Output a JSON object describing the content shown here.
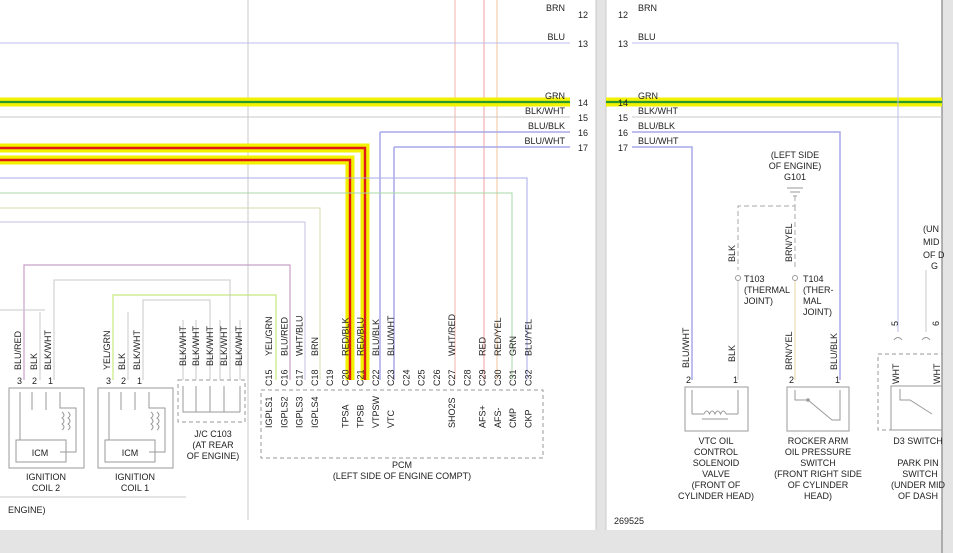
{
  "left_wire_rows": [
    {
      "num": "12",
      "color": "BRN"
    },
    {
      "num": "13",
      "color": "BLU"
    },
    {
      "num": "14",
      "color": "GRN"
    },
    {
      "num": "15",
      "color": "BLK/WHT"
    },
    {
      "num": "16",
      "color": "BLU/BLK"
    },
    {
      "num": "17",
      "color": "BLU/WHT"
    }
  ],
  "right_wire_rows": [
    {
      "num": "12",
      "color": "BRN"
    },
    {
      "num": "13",
      "color": "BLU"
    },
    {
      "num": "14",
      "color": "GRN"
    },
    {
      "num": "15",
      "color": "BLK/WHT"
    },
    {
      "num": "16",
      "color": "BLU/BLK"
    },
    {
      "num": "17",
      "color": "BLU/WHT"
    }
  ],
  "coil2": {
    "wires": [
      "BLU/RED",
      "BLK",
      "BLK/WHT"
    ],
    "pins": [
      "3",
      "2",
      "1"
    ],
    "box_label": "ICM",
    "name_line1": "IGNITION",
    "name_line2": "COIL 2"
  },
  "coil1": {
    "wires": [
      "YEL/GRN",
      "BLK",
      "BLK/WHT"
    ],
    "pins": [
      "3",
      "2",
      "1"
    ],
    "box_label": "ICM",
    "name_line1": "IGNITION",
    "name_line2": "COIL 1"
  },
  "jc103": {
    "wires": [
      "BLK/WHT",
      "BLK/WHT",
      "BLK/WHT",
      "BLK/WHT",
      "BLK/WHT"
    ],
    "name_line1": "J/C C103",
    "name_line2": "(AT REAR",
    "name_line3": "OF ENGINE)"
  },
  "pcm_pins": [
    {
      "pin": "C15",
      "wire": "YEL/GRN",
      "func": "IGPLS1"
    },
    {
      "pin": "C16",
      "wire": "BLU/RED",
      "func": "IGPLS2"
    },
    {
      "pin": "C17",
      "wire": "WHT/BLU",
      "func": "IGPLS3"
    },
    {
      "pin": "C18",
      "wire": "BRN",
      "func": "IGPLS4"
    },
    {
      "pin": "C19",
      "wire": "",
      "func": ""
    },
    {
      "pin": "C20",
      "wire": "RED/BLK",
      "func": "TPSA"
    },
    {
      "pin": "C21",
      "wire": "RED/BLU",
      "func": "TPSB"
    },
    {
      "pin": "C22",
      "wire": "BLU/BLK",
      "func": "VTPSW"
    },
    {
      "pin": "C23",
      "wire": "BLU/WHT",
      "func": "VTC"
    },
    {
      "pin": "C24",
      "wire": "",
      "func": ""
    },
    {
      "pin": "C25",
      "wire": "",
      "func": ""
    },
    {
      "pin": "C26",
      "wire": "",
      "func": ""
    },
    {
      "pin": "C27",
      "wire": "WHT/RED",
      "func": "SHO2S"
    },
    {
      "pin": "C28",
      "wire": "",
      "func": ""
    },
    {
      "pin": "C29",
      "wire": "RED",
      "func": "AFS+"
    },
    {
      "pin": "C30",
      "wire": "RED/YEL",
      "func": "AFS-"
    },
    {
      "pin": "C31",
      "wire": "GRN",
      "func": "CMP"
    },
    {
      "pin": "C32",
      "wire": "BLU/YEL",
      "func": "CKP"
    }
  ],
  "pcm_label_line1": "PCM",
  "pcm_label_line2": "(LEFT SIDE OF ENGINE COMPT)",
  "left_footer": "ENGINE)",
  "g101": {
    "line1": "(LEFT SIDE",
    "line2": "OF ENGINE)",
    "line3": "G101"
  },
  "t103": {
    "line1": "T103",
    "line2": "(THERMAL",
    "line3": "JOINT)",
    "wire": "BLK"
  },
  "t104": {
    "line1": "T104",
    "line2": "(THER-",
    "line3": "MAL",
    "line4": "JOINT)",
    "wire": "BRN/YEL"
  },
  "vtc_valve": {
    "wires": [
      "BLU/WHT",
      "BLK"
    ],
    "pins": [
      "2",
      "1"
    ],
    "name_lines": [
      "VTC OIL",
      "CONTROL",
      "SOLENOID",
      "VALVE",
      "(FRONT OF",
      "CYLINDER HEAD)"
    ]
  },
  "rocker_switch": {
    "wires": [
      "BRN/YEL",
      "BLU/BLK"
    ],
    "pins": [
      "2",
      "1"
    ],
    "name_lines": [
      "ROCKER ARM",
      "OIL PRESSURE",
      "SWITCH",
      "(FRONT RIGHT SIDE",
      "OF CYLINDER",
      "HEAD)"
    ]
  },
  "d3_switch": {
    "wires": [
      "WHT",
      "WHT"
    ],
    "pins": [
      "5",
      "6"
    ],
    "name_lines": [
      "D3 SWITCH",
      "PARK PIN",
      "SWITCH",
      "(UNDER MID",
      "OF DASH"
    ]
  },
  "right_partial": {
    "line1": "(UN",
    "line2": "MID",
    "line3": "OF D",
    "line4": "G"
  },
  "ref_number": "269525"
}
